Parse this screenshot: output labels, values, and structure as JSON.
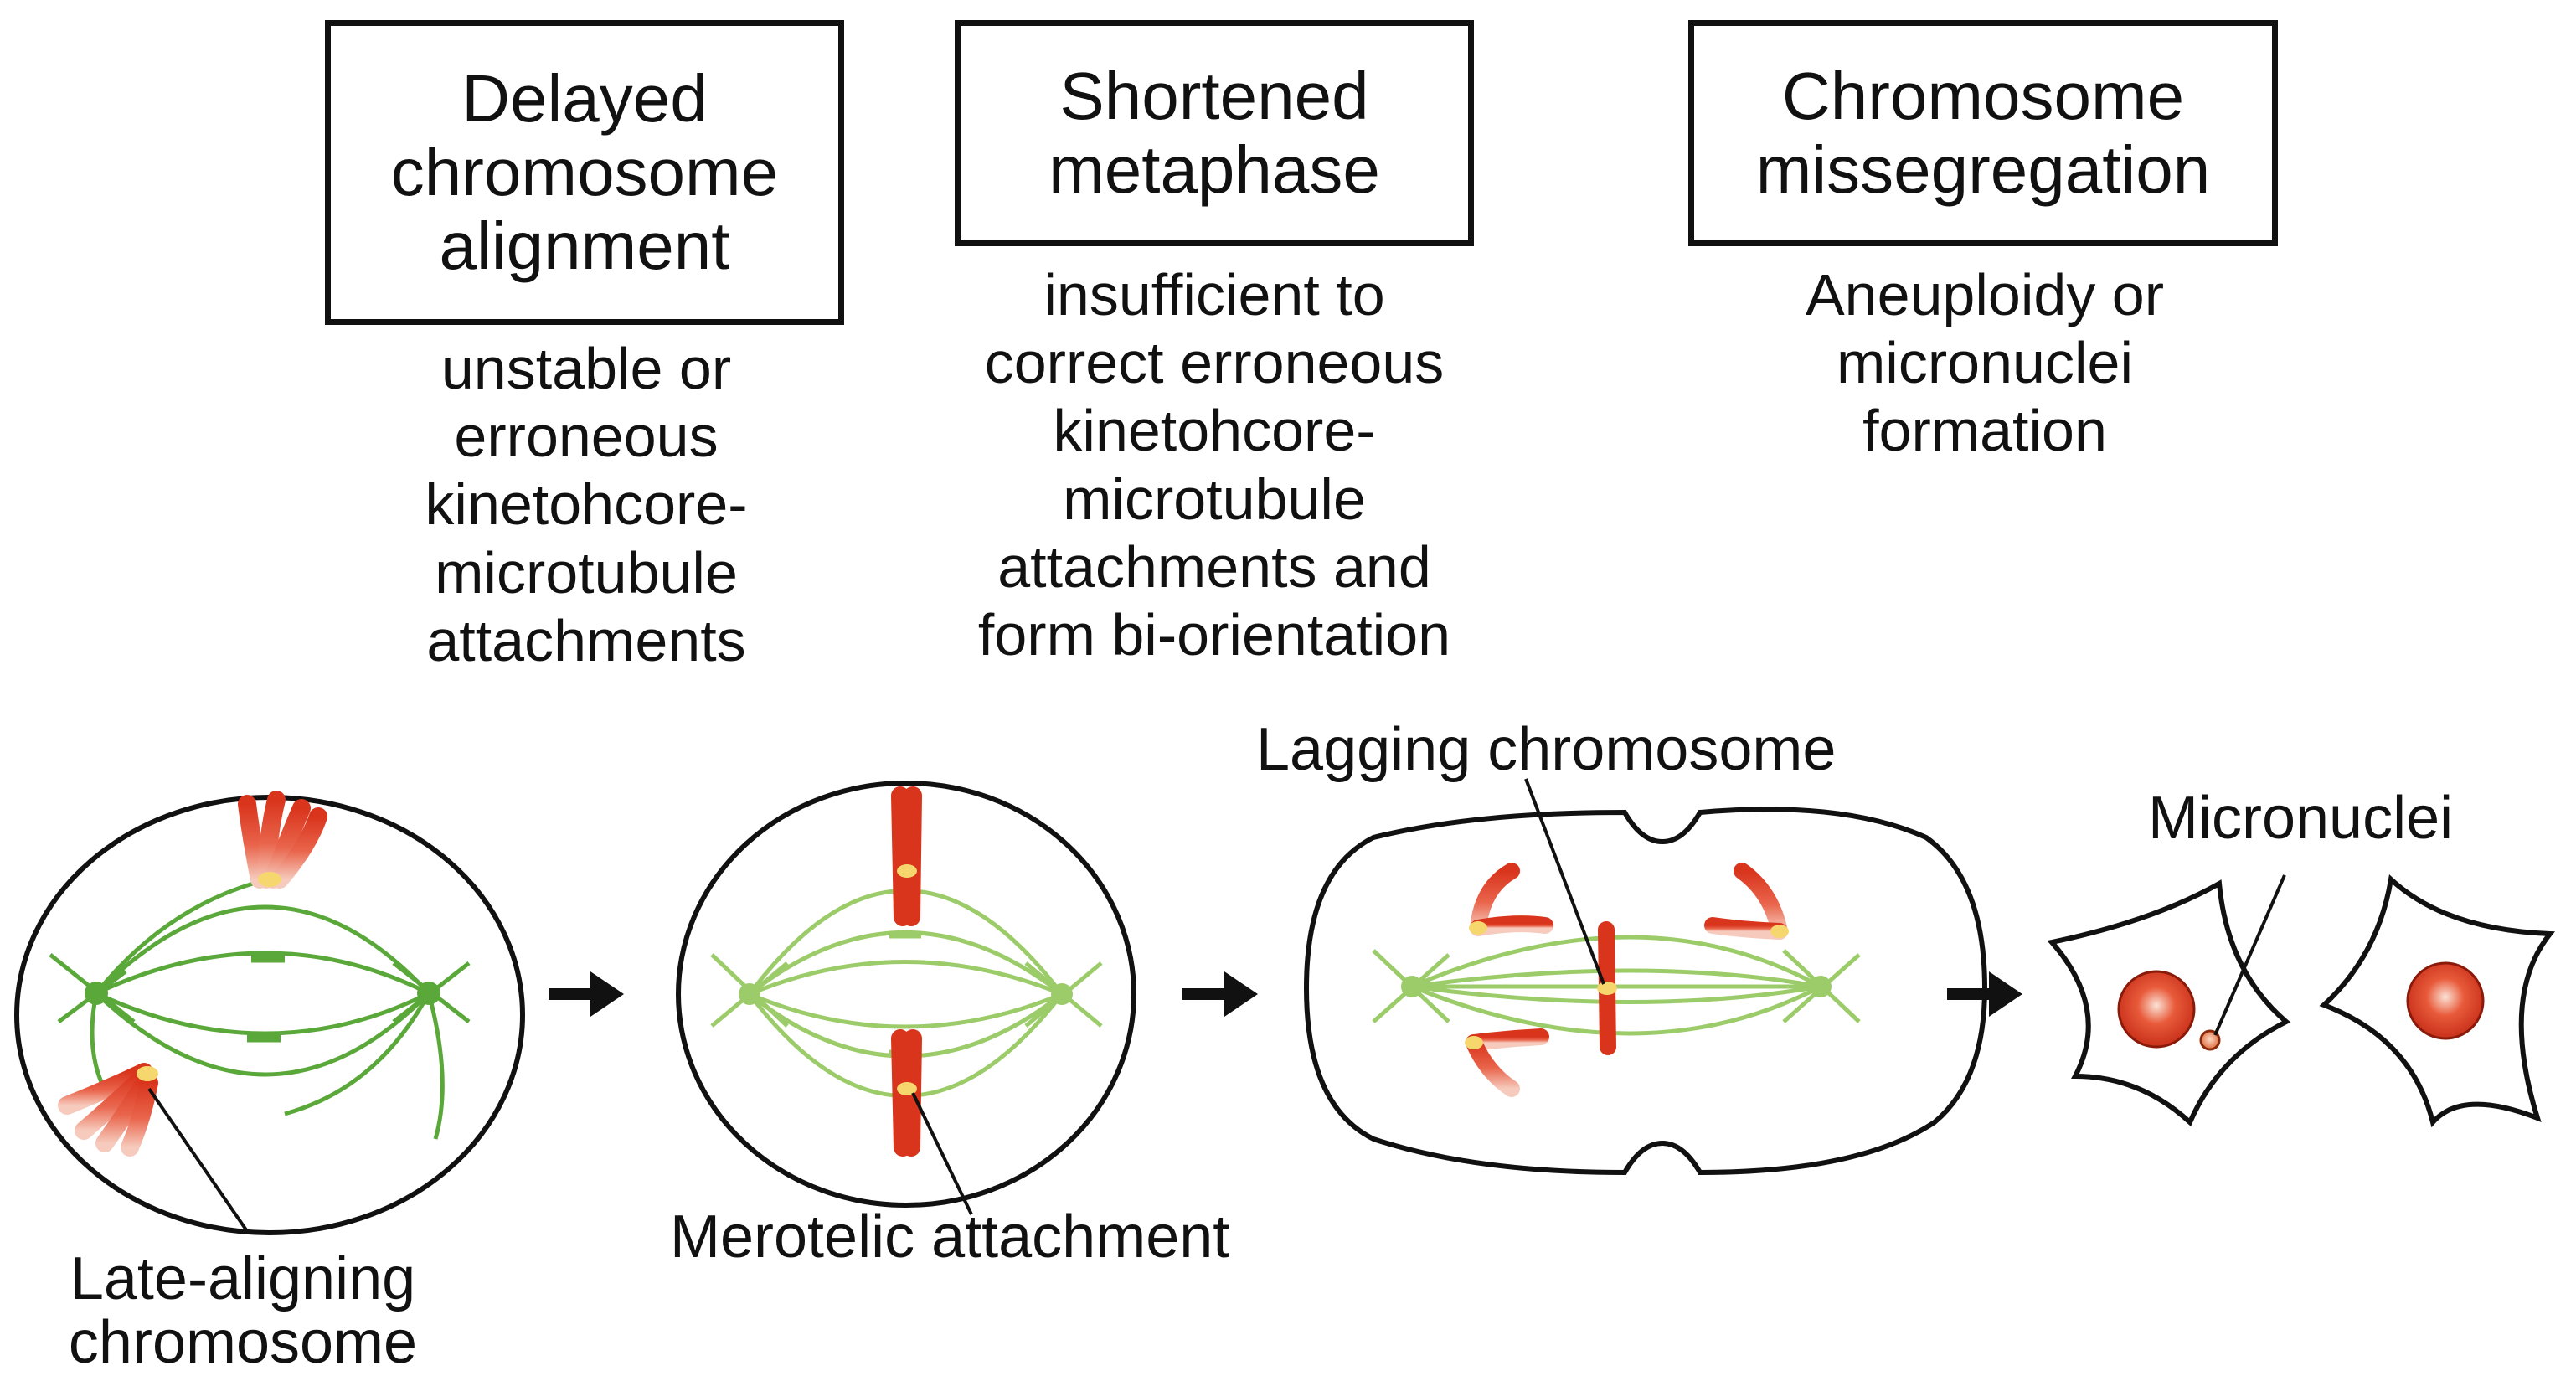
{
  "stages": [
    {
      "title": "Delayed\nchromosome\nalignment",
      "description": "unstable or\nerroneous\nkinetohcore-\nmicrotubule\nattachments",
      "label": "Late-aligning\nchromosome"
    },
    {
      "title": "Shortened\nmetaphase",
      "description": "insufficient to\ncorrect erroneous\nkinetohcore-\nmicrotubule\nattachments and\nform bi-orientation",
      "label": "Merotelic attachment"
    },
    {
      "title": "Chromosome\nmissegregation",
      "description": "Aneuploidy or\nmicronuclei\nformation",
      "label": "Lagging chromosome"
    }
  ],
  "micronuclei_label": "Micronuclei",
  "colors": {
    "spindle": "#5aa83a",
    "spindle_light": "#9ccc6a",
    "chromosome": "#d9341c",
    "kinetochore": "#f5d76e",
    "outline": "#111111"
  },
  "icons": {
    "arrow": "right-arrow-icon"
  }
}
